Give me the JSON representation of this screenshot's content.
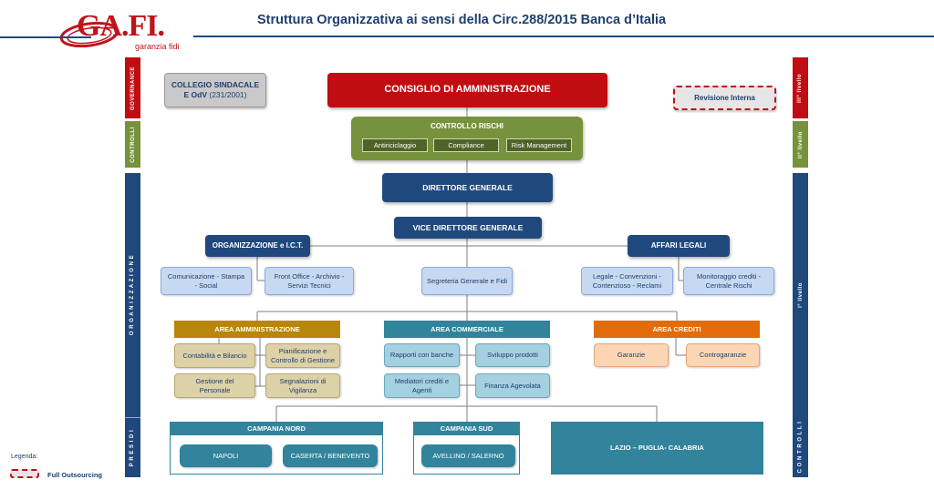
{
  "header": {
    "logo_main": "GA.FI.",
    "logo_sub": "garanzia fidi",
    "title": "Struttura  Organizzativa  ai sensi della Circ.288/2015 Banca d’Italia"
  },
  "left_bars": {
    "governance": "GOVERNANCE",
    "controlli": "CONTROLLI",
    "organizzazione": "O R G A N I Z Z A Z I O N E",
    "presidi": "P R E S I D I"
  },
  "right_bars": {
    "level3": "III° livello",
    "level2": "II° livello",
    "level1": "I° livello",
    "controlli": "C O N T R O L L I"
  },
  "governance": {
    "collegio_line1": "COLLEGIO SINDACALE",
    "collegio_line2_bold": "E OdV",
    "collegio_line2_rest": " (231/2001)",
    "consiglio": "CONSIGLIO DI AMMINISTRAZIONE",
    "revisione": "Revisione Interna"
  },
  "controllo_rischi": {
    "title": "CONTROLLO RISCHI",
    "items": [
      "Antiriciclaggio",
      "Compliance",
      "Risk Management"
    ]
  },
  "direzione": {
    "direttore": "DIRETTORE  GENERALE",
    "vice": "VICE DIRETTORE  GENERALE"
  },
  "organizzazione_ict": {
    "title": "ORGANIZZAZIONE e I.C.T.",
    "comunicazione": "Comunicazione - Stampa - Social",
    "front_office": "Front Office - Archivio - Servizi Tecnici"
  },
  "segreteria": "Segreteria Generale e Fidi",
  "affari_legali": {
    "title": "AFFARI LEGALI",
    "legale": "Legale - Convenzioni - Contenzioso - Reclami",
    "monitoraggio": "Monitoraggio crediti - Centrale Rischi"
  },
  "area_amministrazione": {
    "title": "AREA AMMINISTRAZIONE",
    "contabilita": "Contabilità e Bilancio",
    "pianificazione": "Pianificazione e Controllo di Gestione",
    "gestione_personale": "Gestione del Personale",
    "segnalazioni": "Segnalazioni di Vigilanza"
  },
  "area_commerciale": {
    "title": "AREA COMMERCIALE",
    "rapporti": "Rapporti con banche",
    "sviluppo": "Sviluppo prodotti",
    "mediatori": "Mediatori crediti e Agenti",
    "finanza": "Finanza Agevolata"
  },
  "area_crediti": {
    "title": "AREA CREDITI",
    "garanzie": "Garanzie",
    "controgaranzie": "Controgaranzie"
  },
  "presidi": {
    "campania_nord": "CAMPANIA NORD",
    "napoli": "NAPOLI",
    "caserta": "CASERTA / BENEVENTO",
    "campania_sud": "CAMPANIA SUD",
    "avellino": "AVELLINO / SALERNO",
    "lazio": "LAZIO – PUGLIA- CALABRIA"
  },
  "legend": {
    "label": "Legenda:",
    "full_outsourcing": "Full Outsourcing"
  },
  "colors": {
    "red": "#c00d12",
    "navy": "#1f497d",
    "green": "#77923c",
    "teal": "#31849b",
    "gold": "#b8860b",
    "orange": "#e36c0a"
  }
}
